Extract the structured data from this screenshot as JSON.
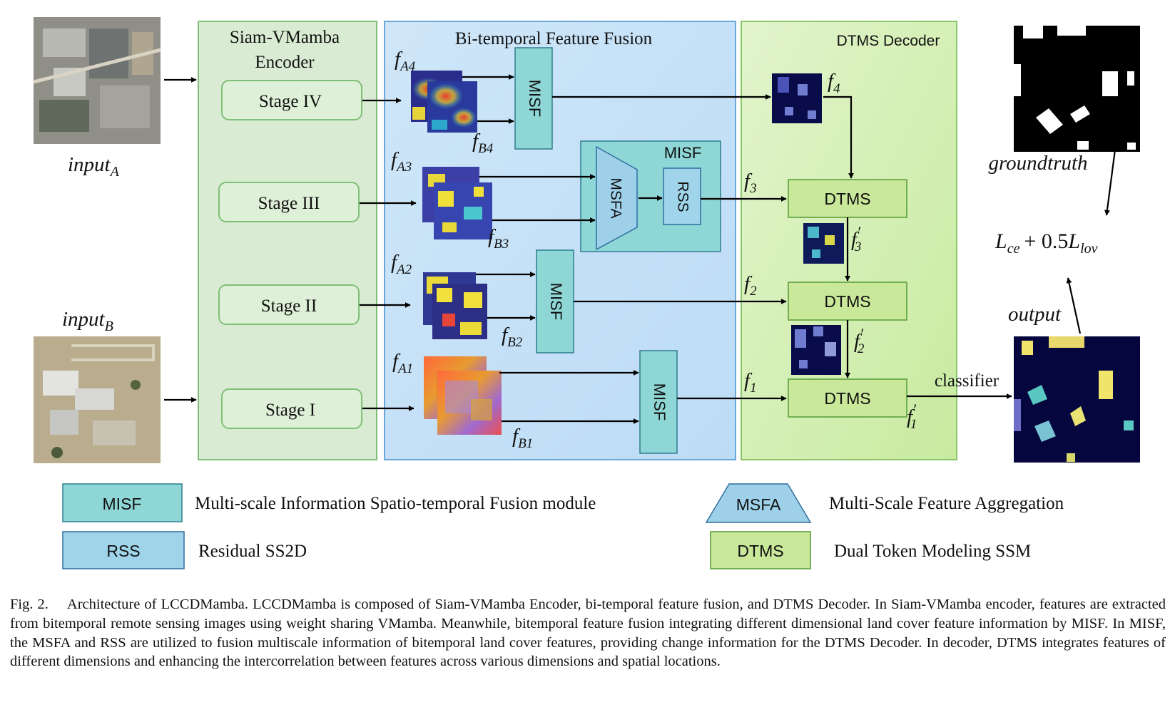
{
  "diagram": {
    "encoder": {
      "title_line1": "Siam-VMamba",
      "title_line2": "Encoder",
      "stages": [
        "Stage IV",
        "Stage III",
        "Stage II",
        "Stage I"
      ]
    },
    "fusion": {
      "title": "Bi-temporal Feature Fusion"
    },
    "decoder": {
      "title": "DTMS Decoder"
    },
    "inputs": {
      "a_main": "input",
      "a_sub": "A",
      "b_main": "input",
      "b_sub": "B"
    },
    "features": {
      "a4": "A4",
      "b4": "B4",
      "a3": "A3",
      "b3": "B3",
      "a2": "A2",
      "b2": "B2",
      "a1": "A1",
      "b1": "B1",
      "f_letter": "f",
      "f4": "4",
      "f3": "3",
      "f2": "2",
      "f1": "1",
      "prime": "′"
    },
    "modules": {
      "misf": "MISF",
      "msfa": "MSFA",
      "rss": "RSS",
      "dtms": "DTMS"
    },
    "outputs": {
      "groundtruth": "groundtruth",
      "output": "output",
      "classifier": "classifier"
    },
    "loss": {
      "l1": "L",
      "l1_sub": "ce",
      "plus": "+ 0.5",
      "l2": "L",
      "l2_sub": "lov"
    },
    "legend": [
      {
        "abbr": "MISF",
        "desc": "Multi-scale Information Spatio-temporal Fusion module",
        "color": "#8fd6d6"
      },
      {
        "abbr": "RSS",
        "desc": "Residual SS2D",
        "color": "#9fd4ea"
      },
      {
        "abbr": "MSFA",
        "desc": "Multi-Scale Feature Aggregation",
        "color": "#9fd0ea"
      },
      {
        "abbr": "DTMS",
        "desc": "Dual Token Modeling SSM",
        "color": "#bfe28a"
      }
    ],
    "colors": {
      "encoder_bg": "#d8ebd2",
      "encoder_border": "#8cc383",
      "fusion_bg": "#cde4f7",
      "fusion_border": "#6da7d8",
      "decoder_bg": "#d8f0b8",
      "decoder_border": "#8fc66b",
      "misf": "#8fd6d6",
      "dtms": "#c9e89a",
      "map_bg": "#05063d"
    }
  },
  "caption": {
    "label": "Fig. 2.",
    "text": "Architecture of LCCDMamba. LCCDMamba is composed of Siam-VMamba Encoder, bi-temporal feature fusion, and DTMS Decoder. In Siam-VMamba encoder, features are extracted from bitemporal remote sensing images using weight sharing VMamba. Meanwhile, bitemporal feature fusion integrating different dimensional land cover feature information by MISF. In MISF, the MSFA and RSS are utilized to fusion multiscale information of bitemporal land cover features, providing change information for the DTMS Decoder. In decoder, DTMS integrates features of different dimensions and enhancing the intercorrelation between features across various dimensions and spatial locations."
  }
}
